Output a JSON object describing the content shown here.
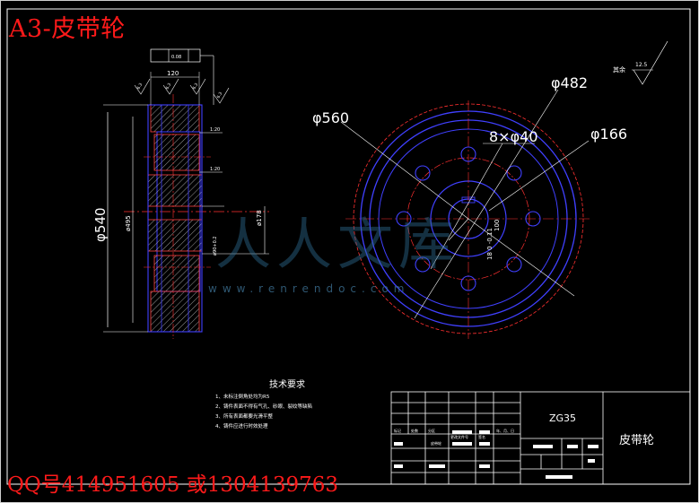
{
  "sheet": {
    "title": "A3-皮带轮",
    "contact": "QQ号414951605 或1304139763",
    "watermark_logo": "人人文库",
    "watermark_url": "www.renrendoc.com"
  },
  "section_view": {
    "outer_diameter": "φ540",
    "inner_diameter": "ø495",
    "hub_diameter": "ø178",
    "bore_label": "ø90+0.2",
    "width": "120",
    "taper_1": "1:20",
    "taper_2": "1:20",
    "roughness_values": [
      "6.3",
      "6.3",
      "6.3",
      "6.3"
    ],
    "tolerance_frame_value": "0.08"
  },
  "front_view": {
    "d_560": "φ560",
    "d_482": "φ482",
    "holes": "8×φ40",
    "d_166": "φ166",
    "keyway": "18 0 -0.11",
    "keyway_depth": "100"
  },
  "roughness_note": {
    "label": "其余",
    "value": "12.5"
  },
  "tech_req": {
    "heading": "技术要求",
    "items": [
      "1、未标注倒角处均为R5",
      "2、铸件表面不得有气孔、砂眼、裂纹等缺陷",
      "3、所有表面都要光滑平整",
      "4、铸件应进行时效处理"
    ]
  },
  "title_block": {
    "material": "ZG35",
    "part_name": "皮带轮",
    "row_labels": [
      "标记",
      "处数",
      "分区",
      "更改文件号",
      "签名",
      "年、月、日"
    ],
    "design_label": "皮带轮"
  }
}
